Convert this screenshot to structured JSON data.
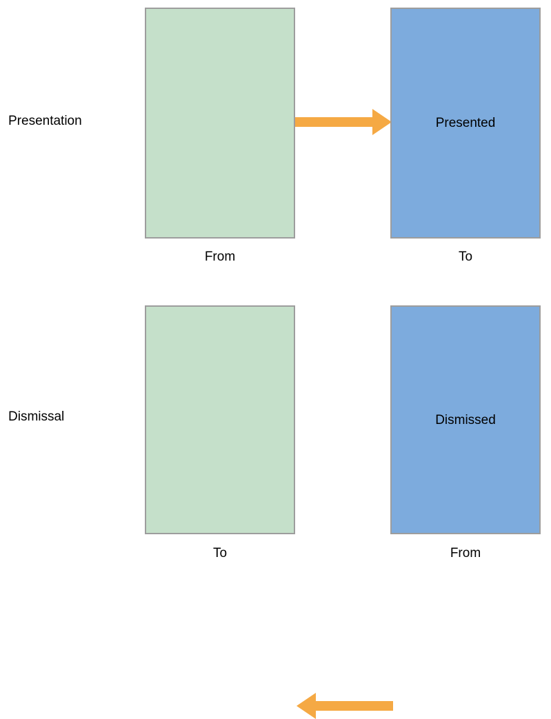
{
  "diagram": {
    "title_hidden": "",
    "background_color": "#ffffff",
    "colors": {
      "green_fill": "#c5e0ca",
      "blue_fill": "#7dabdd",
      "box_border": "#9d9d9d",
      "arrow": "#f5a944",
      "text": "#000000"
    },
    "rows": [
      {
        "name": "presentation",
        "label": "Presentation",
        "left_box": {
          "fill": "green",
          "content": "",
          "caption": "From"
        },
        "arrow": {
          "direction": "right",
          "color": "#f5a944"
        },
        "right_box": {
          "fill": "blue",
          "content": "Presented",
          "caption": "To"
        }
      },
      {
        "name": "dismissal",
        "label": "Dismissal",
        "left_box": {
          "fill": "green",
          "content": "",
          "caption": "To"
        },
        "arrow": {
          "direction": "left",
          "color": "#f5a944"
        },
        "right_box": {
          "fill": "blue",
          "content": "Dismissed",
          "caption": "From"
        }
      }
    ]
  }
}
